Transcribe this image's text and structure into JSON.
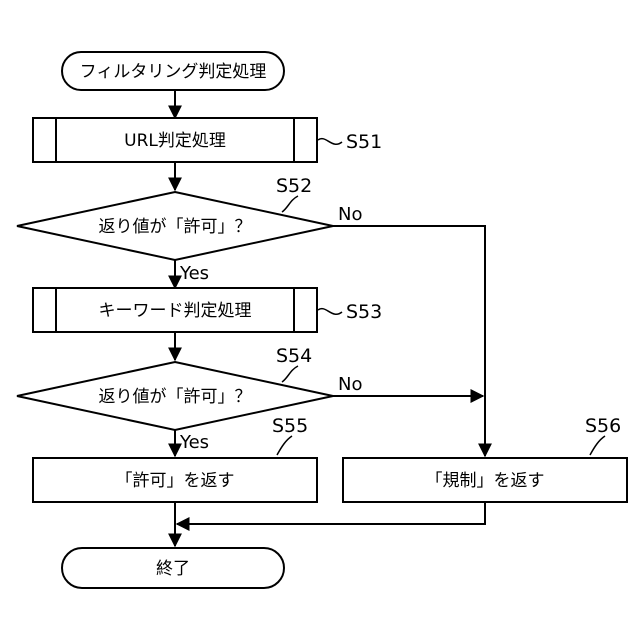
{
  "nodes": {
    "start": "フィルタリング判定処理",
    "url_check": "URL判定処理",
    "decision1": "返り値が「許可」？",
    "keyword_check": "キーワード判定処理",
    "decision2": "返り値が「許可」？",
    "return_allow": "「許可」を返す",
    "return_restrict": "「規制」を返す",
    "end": "終了"
  },
  "steps": {
    "s51": "S51",
    "s52": "S52",
    "s53": "S53",
    "s54": "S54",
    "s55": "S55",
    "s56": "S56"
  },
  "branches": {
    "no1": "No",
    "yes1": "Yes",
    "no2": "No",
    "yes2": "Yes"
  }
}
